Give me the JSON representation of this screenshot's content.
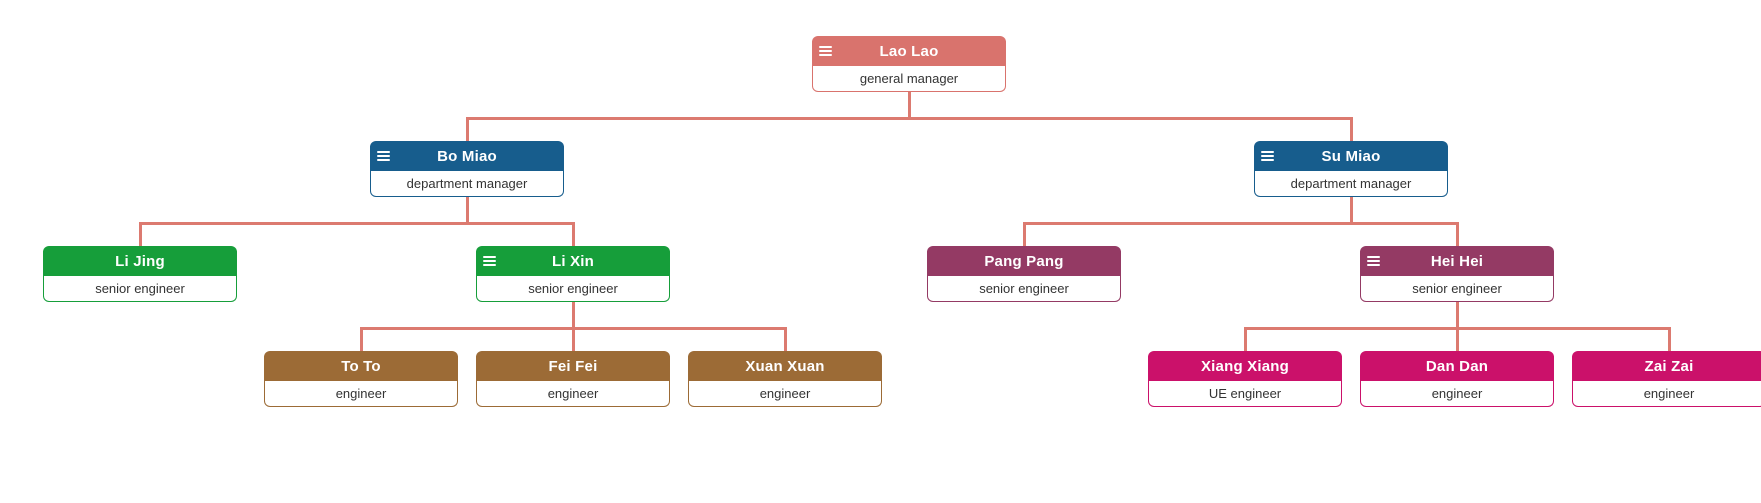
{
  "org_chart": {
    "connector_color": "#dc7a70",
    "nodes": {
      "lao_lao": {
        "name": "Lao Lao",
        "role": "general manager",
        "color": "#d9736d",
        "has_menu_icon": true
      },
      "bo_miao": {
        "name": "Bo Miao",
        "role": "department manager",
        "color": "#175d8d",
        "has_menu_icon": true
      },
      "su_miao": {
        "name": "Su Miao",
        "role": "department manager",
        "color": "#175d8d",
        "has_menu_icon": true
      },
      "li_jing": {
        "name": "Li Jing",
        "role": "senior engineer",
        "color": "#169e3a",
        "has_menu_icon": false
      },
      "li_xin": {
        "name": "Li Xin",
        "role": "senior engineer",
        "color": "#169e3a",
        "has_menu_icon": true
      },
      "pang_pang": {
        "name": "Pang Pang",
        "role": "senior engineer",
        "color": "#943a64",
        "has_menu_icon": false
      },
      "hei_hei": {
        "name": "Hei Hei",
        "role": "senior engineer",
        "color": "#943a64",
        "has_menu_icon": true
      },
      "to_to": {
        "name": "To To",
        "role": "engineer",
        "color": "#9c6b36",
        "has_menu_icon": false
      },
      "fei_fei": {
        "name": "Fei Fei",
        "role": "engineer",
        "color": "#9c6b36",
        "has_menu_icon": false
      },
      "xuan_xuan": {
        "name": "Xuan Xuan",
        "role": "engineer",
        "color": "#9c6b36",
        "has_menu_icon": false
      },
      "xiang_xiang": {
        "name": "Xiang Xiang",
        "role": "UE engineer",
        "color": "#cb116a",
        "has_menu_icon": false
      },
      "dan_dan": {
        "name": "Dan Dan",
        "role": "engineer",
        "color": "#cb116a",
        "has_menu_icon": false
      },
      "zai_zai": {
        "name": "Zai Zai",
        "role": "engineer",
        "color": "#cb116a",
        "has_menu_icon": false
      }
    },
    "hierarchy": {
      "lao_lao": [
        "bo_miao",
        "su_miao"
      ],
      "bo_miao": [
        "li_jing",
        "li_xin"
      ],
      "li_xin": [
        "to_to",
        "fei_fei",
        "xuan_xuan"
      ],
      "su_miao": [
        "pang_pang",
        "hei_hei"
      ],
      "hei_hei": [
        "xiang_xiang",
        "dan_dan",
        "zai_zai"
      ]
    }
  }
}
